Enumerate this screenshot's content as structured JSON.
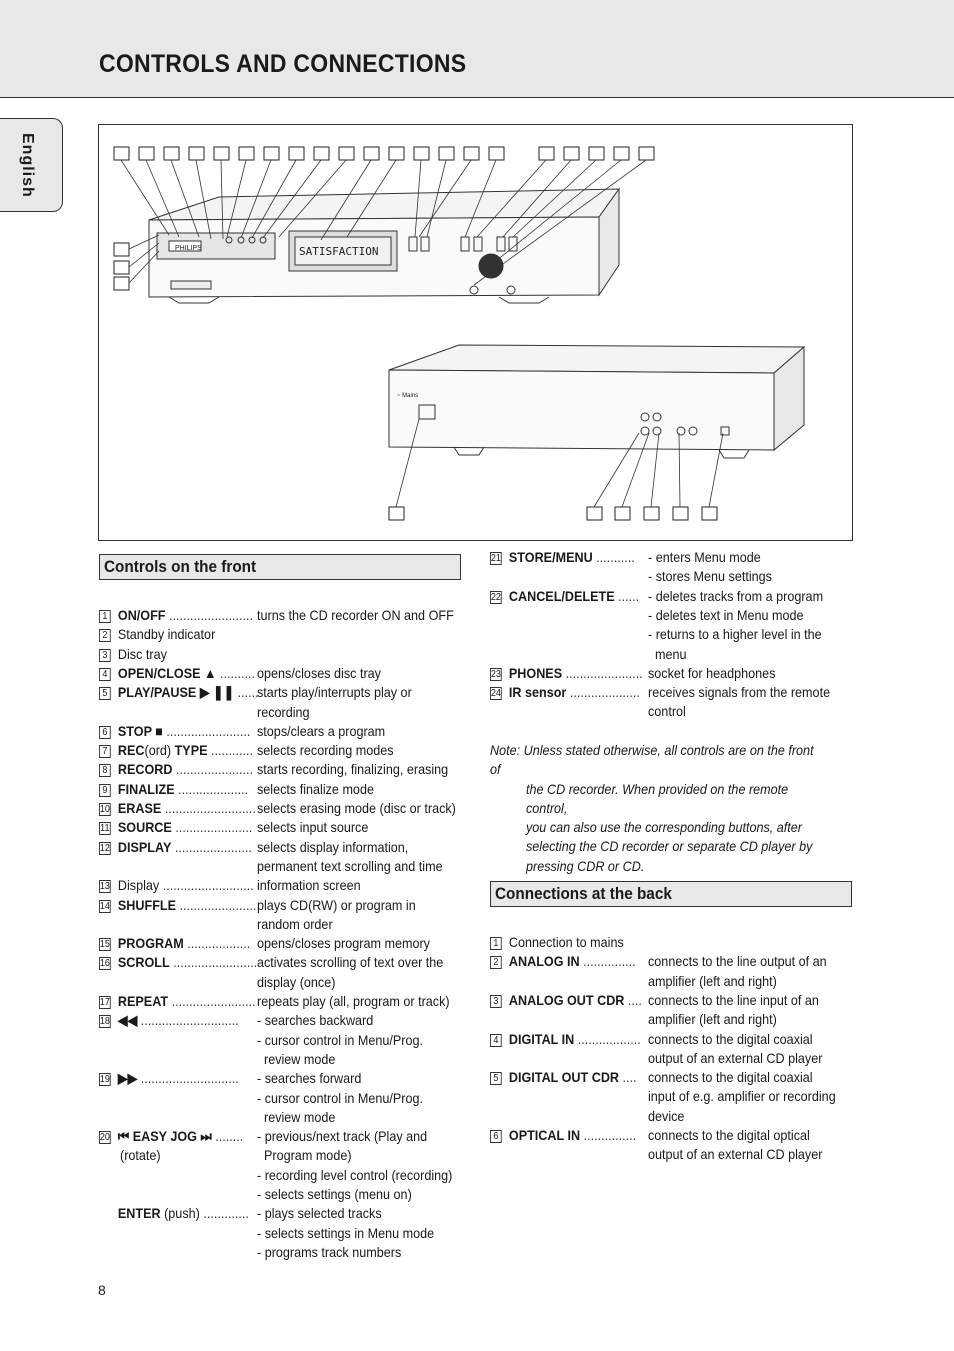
{
  "header": {
    "title": "CONTROLS AND CONNECTIONS",
    "language_tab": "English"
  },
  "figure": {
    "front_display_text": "SATISFACTION",
    "brand": "PHILIPS",
    "back_label": "~ Mains"
  },
  "controls_front": {
    "heading": "Controls on the front",
    "items": [
      {
        "n": "1",
        "label": "ON/OFF",
        "sub": "",
        "dots": "........................",
        "desc": [
          "turns the CD recorder ON and OFF"
        ]
      },
      {
        "n": "2",
        "label": "",
        "sub": "Standby indicator",
        "dots": "",
        "desc": []
      },
      {
        "n": "3",
        "label": "",
        "sub": "Disc tray",
        "dots": "",
        "desc": []
      },
      {
        "n": "4",
        "label": "OPEN/CLOSE ▲",
        "sub": "",
        "dots": "..........",
        "desc": [
          "opens/closes disc tray"
        ]
      },
      {
        "n": "5",
        "label": "PLAY/PAUSE ▶ ❚❚",
        "sub": "",
        "dots": "......",
        "desc": [
          "starts play/interrupts play or",
          "recording"
        ]
      },
      {
        "n": "6",
        "label": "STOP ■",
        "sub": "",
        "dots": "........................",
        "desc": [
          "stops/clears a program"
        ]
      },
      {
        "n": "7",
        "label": "REC",
        "sub": "(ord) ",
        "label2": "TYPE",
        "dots": "............",
        "desc": [
          "selects recording modes"
        ]
      },
      {
        "n": "8",
        "label": "RECORD",
        "sub": "",
        "dots": "......................",
        "desc": [
          "starts recording, finalizing, erasing"
        ]
      },
      {
        "n": "9",
        "label": "FINALIZE",
        "sub": "",
        "dots": "....................",
        "desc": [
          "selects finalize mode"
        ]
      },
      {
        "n": "10",
        "label": "ERASE",
        "sub": "",
        "dots": "..........................",
        "desc": [
          "selects erasing mode (disc or track)"
        ]
      },
      {
        "n": "11",
        "label": "SOURCE",
        "sub": "",
        "dots": "......................",
        "desc": [
          "selects input source"
        ]
      },
      {
        "n": "12",
        "label": "DISPLAY",
        "sub": "",
        "dots": "......................",
        "desc": [
          "selects display information,",
          "permanent text scrolling and time"
        ]
      },
      {
        "n": "13",
        "label": "",
        "sub": "Display",
        "dots": "..........................",
        "desc": [
          "information screen"
        ]
      },
      {
        "n": "14",
        "label": "SHUFFLE",
        "sub": "",
        "dots": "......................",
        "desc": [
          "plays CD(RW) or program in",
          "random order"
        ]
      },
      {
        "n": "15",
        "label": "PROGRAM",
        "sub": "",
        "dots": "..................",
        "desc": [
          "opens/closes program memory"
        ]
      },
      {
        "n": "16",
        "label": "SCROLL",
        "sub": "",
        "dots": "........................",
        "desc": [
          "activates scrolling of text over the",
          "display (once)"
        ]
      },
      {
        "n": "17",
        "label": "REPEAT",
        "sub": "",
        "dots": "........................",
        "desc": [
          "repeats play (all, program or track)"
        ]
      },
      {
        "n": "18",
        "label": "◀◀",
        "sub": "",
        "dots": "............................",
        "desc": [
          "- searches backward",
          "- cursor control in Menu/Prog.",
          "  review mode"
        ]
      },
      {
        "n": "19",
        "label": "▶▶",
        "sub": "",
        "dots": "............................",
        "desc": [
          "- searches forward",
          "- cursor control in Menu/Prog.",
          "  review mode"
        ]
      },
      {
        "n": "20",
        "label": "⏮ EASY JOG ⏭",
        "sub": "",
        "dots": "........",
        "sub2": "(rotate)",
        "desc": [
          "- previous/next track (Play and",
          "  Program mode)",
          "- recording level control (recording)",
          "- selects settings (menu on)"
        ]
      },
      {
        "n": "",
        "label": "ENTER",
        "sub": " (push) ",
        "dots": ".............",
        "desc": [
          "- plays selected tracks",
          "- selects settings in Menu mode",
          "- programs track numbers"
        ]
      }
    ]
  },
  "controls_front_right": [
    {
      "n": "21",
      "label": "STORE/MENU",
      "dots": "...........",
      "desc": [
        "- enters Menu mode",
        "- stores Menu settings"
      ]
    },
    {
      "n": "22",
      "label": "CANCEL/DELETE",
      "dots": "......",
      "desc": [
        "- deletes tracks from a program",
        "- deletes text in Menu mode",
        "- returns to a higher level in the",
        "  menu"
      ]
    },
    {
      "n": "23",
      "label": "PHONES",
      "dots": "......................",
      "desc": [
        "socket for headphones"
      ]
    },
    {
      "n": "24",
      "label": "IR sensor",
      "dots": "....................",
      "desc": [
        "receives signals from the remote",
        "control"
      ]
    }
  ],
  "note": {
    "first": "Note: Unless stated otherwise, all controls are on the front of",
    "rest": [
      "the CD recorder. When provided on the remote control,",
      "you can also use the corresponding buttons, after",
      "selecting the CD recorder or separate CD player by",
      "pressing CDR or CD."
    ]
  },
  "connections_back": {
    "heading": "Connections at the back",
    "items": [
      {
        "n": "1",
        "label": "",
        "sub": "Connection to mains",
        "dots": "",
        "desc": []
      },
      {
        "n": "2",
        "label": "ANALOG IN",
        "dots": "...............",
        "desc": [
          "connects to the line output of an",
          "amplifier (left and right)"
        ]
      },
      {
        "n": "3",
        "label": "ANALOG OUT CDR",
        "dots": "....",
        "desc": [
          "connects to the line input of an",
          "amplifier (left and right)"
        ]
      },
      {
        "n": "4",
        "label": "DIGITAL IN",
        "dots": "..................",
        "desc": [
          "connects to the digital coaxial",
          "output of an external CD player"
        ]
      },
      {
        "n": "5",
        "label": "DIGITAL OUT CDR",
        "dots": "....",
        "desc": [
          "connects to the digital coaxial",
          "input of e.g. amplifier or recording",
          "device"
        ]
      },
      {
        "n": "6",
        "label": "OPTICAL IN",
        "dots": "...............",
        "desc": [
          "connects to the digital optical",
          "output of an external CD player"
        ]
      }
    ]
  },
  "page_number": "8"
}
